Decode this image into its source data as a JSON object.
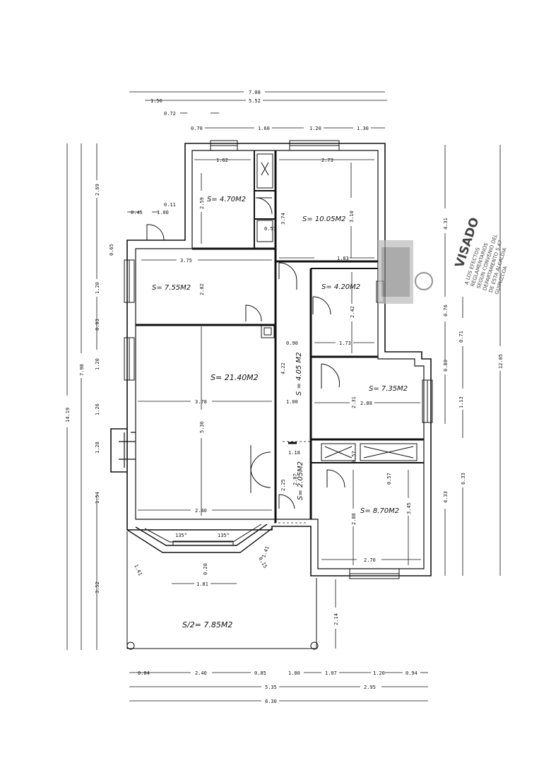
{
  "rooms": {
    "r1": "S= 4.70M2",
    "r2": "S= 10.05M2",
    "r3": "S= 7.55M2",
    "r4": "S= 4.20M2",
    "r5": "S= 21.40M2",
    "r6": "S = 4.05 M2",
    "r7": "S= 7.35M2",
    "r8": "S= 2.05M2",
    "r9": "S= 8.70M2",
    "r10": "S/2= 7.85M2"
  },
  "dims": {
    "top": [
      "7.08",
      "1.56",
      "5.52",
      "0.72",
      "0.70",
      "1.60",
      "1.20",
      "1.30"
    ],
    "bottom": [
      "0.84",
      "2.40",
      "0.85",
      "1.00",
      "1.07",
      "1.20",
      "0.94",
      "5.35",
      "2.95",
      "8.30"
    ],
    "left": [
      "14.19",
      "7.98",
      "2.69",
      "0.65",
      "1.20",
      "0.93",
      "1.20",
      "1.26",
      "1.28",
      "1.54",
      "3.52",
      "0.11",
      "0.45",
      "1.00"
    ],
    "right": [
      "4.31",
      "0.76",
      "0.71",
      "0.80",
      "1.13",
      "4.33",
      "6.33",
      "12.05"
    ],
    "interior": [
      "1.62",
      "2.73",
      "2.59",
      "3.74",
      "3.10",
      "1.83",
      "3.75",
      "2.02",
      "2.42",
      "1.73",
      "0.90",
      "4.22",
      "3.78",
      "5.36",
      "1.00",
      "2.31",
      "2.88",
      "1.18",
      "0.57",
      "0.57",
      "2.25",
      "2.07",
      "2.88",
      "3.45",
      "2.40",
      "2.70",
      "1.41",
      "0.20",
      "0.15",
      "1.41",
      "1.81",
      "2.14",
      "0.57"
    ],
    "angles": [
      "135°",
      "135°"
    ]
  },
  "stamp": {
    "title": "VISADO",
    "lines": [
      "A LOS EFECTOS",
      "REGLAMENTARIOS",
      "SEGUN CONVENIO DEL",
      "DEPARTAMENTO S.47",
      "DE ESTA ALCALDIA",
      "GUIPUZCOA"
    ]
  }
}
